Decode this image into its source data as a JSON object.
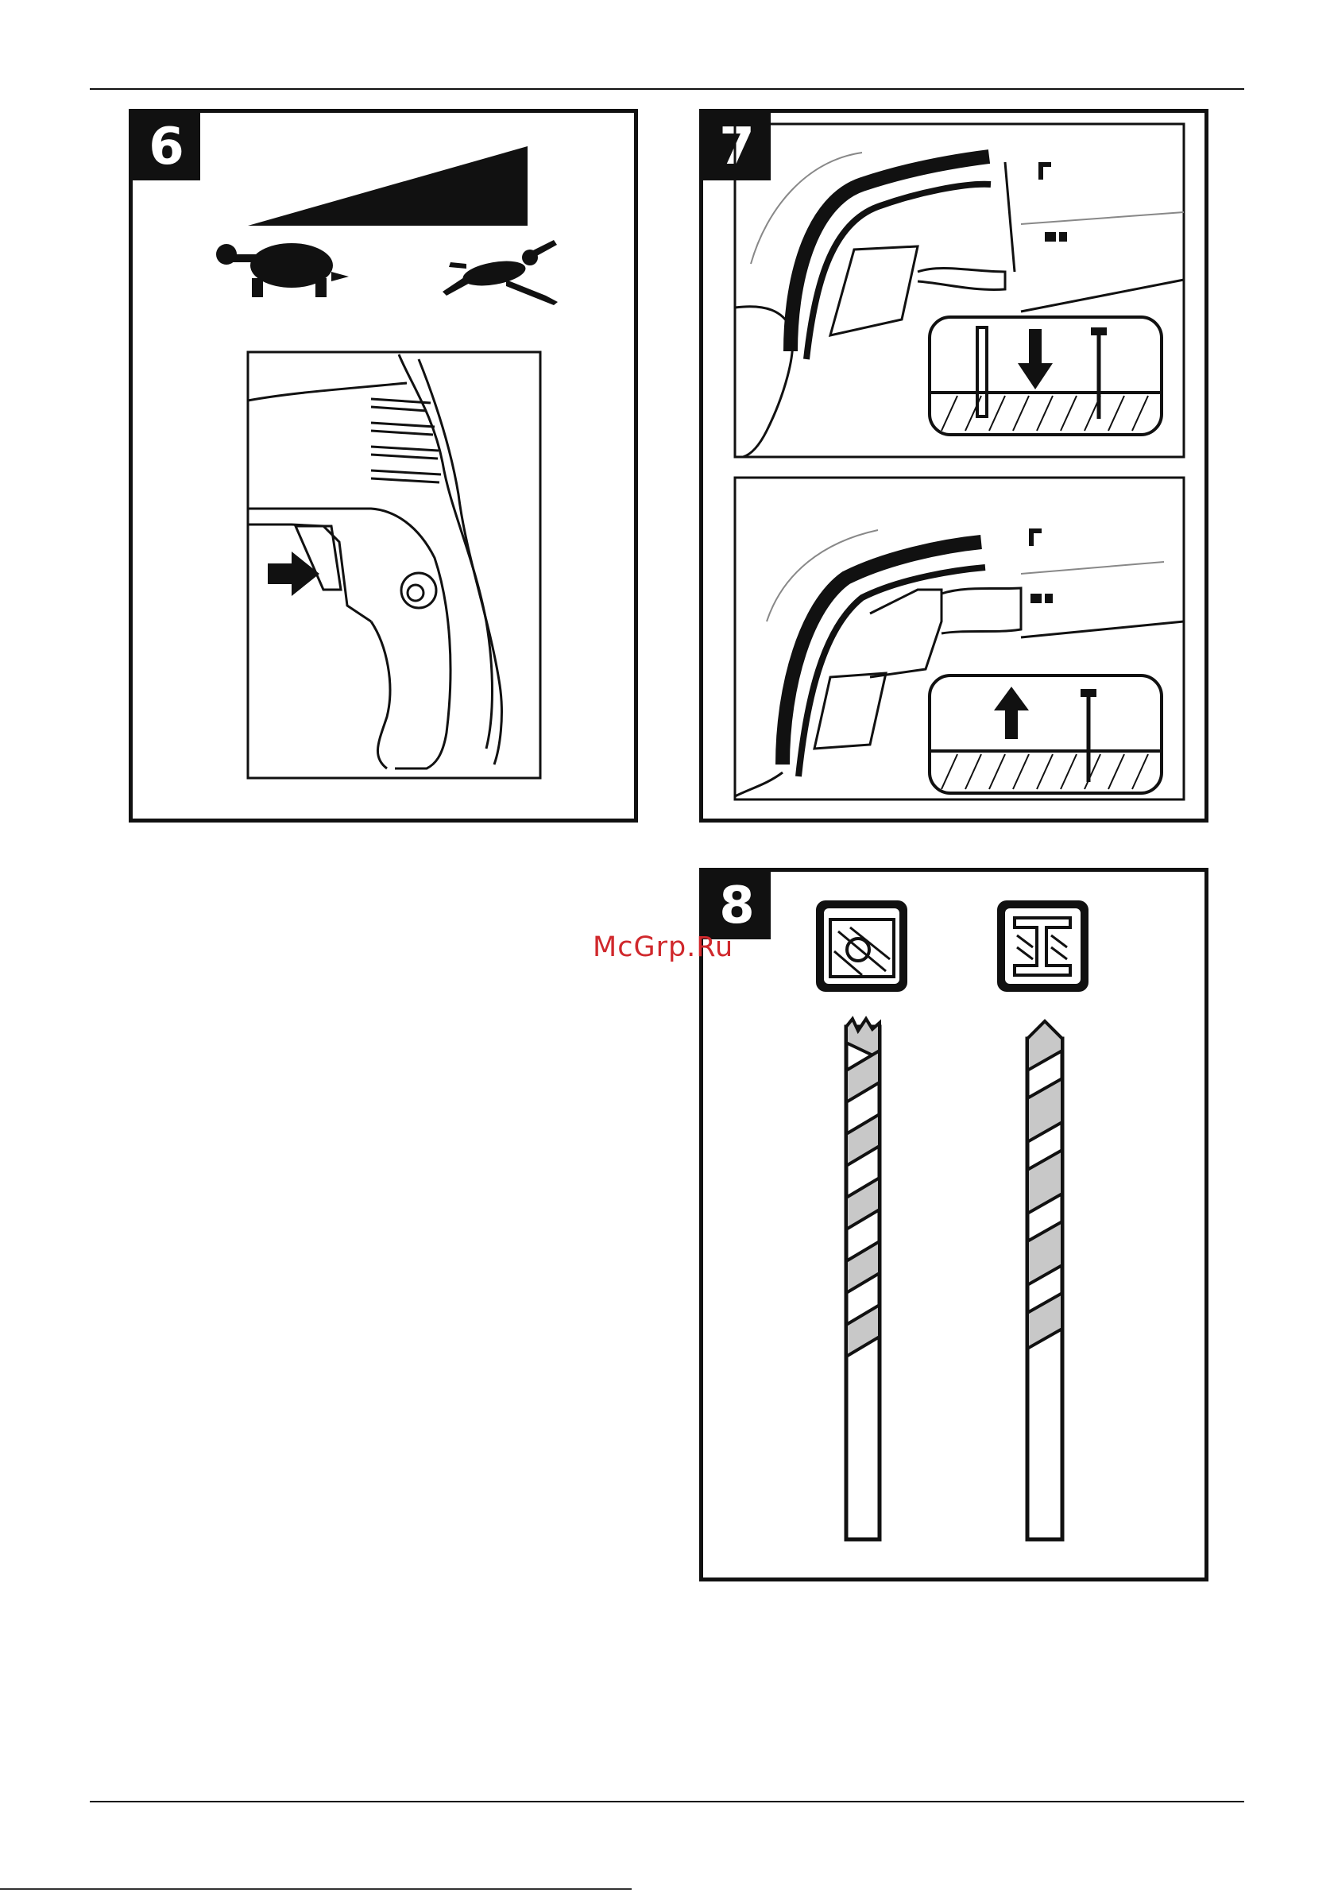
{
  "figures": [
    {
      "number": "6",
      "topic": "speed-control"
    },
    {
      "number": "7",
      "topic": "depth-stop"
    },
    {
      "number": "8",
      "topic": "drill-bits"
    }
  ],
  "watermark": "McGrp.Ru",
  "colors": {
    "ink": "#111111",
    "paper": "#ffffff",
    "watermark": "#d0282c",
    "bit_shade": "#c8c8c8"
  }
}
